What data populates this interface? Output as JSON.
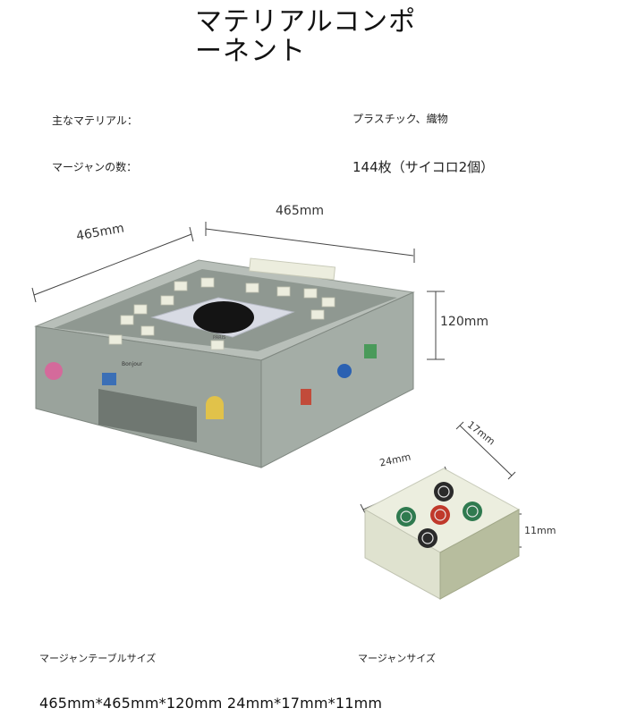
{
  "title": "マテリアルコンポーネント",
  "specs": [
    {
      "label": "主なマテリアル：",
      "value": "プラスチック、織物"
    },
    {
      "label": "マージャンの数：",
      "value": "144枚（サイコロ2個）"
    }
  ],
  "table_dims": {
    "width_left": "465mm",
    "width_top": "465mm",
    "height": "120mm"
  },
  "tile_dims": {
    "length": "24mm",
    "width": "17mm",
    "height": "11mm"
  },
  "table_decor": {
    "label_sticker": "Bonjour",
    "center_tag": "PARIS"
  },
  "bottom": {
    "table_size_label": "マージャンテーブルサイズ",
    "tile_size_label": "マージャンサイズ",
    "size_values": "465mm*465mm*120mm 24mm*17mm*11mm"
  },
  "colors": {
    "table_gray": "#9aa39c",
    "tile_ivory": "#e9ebdd",
    "tile_back": "#b7bd9e",
    "tile_red": "#c0392b",
    "tile_green": "#2f7a4f"
  }
}
